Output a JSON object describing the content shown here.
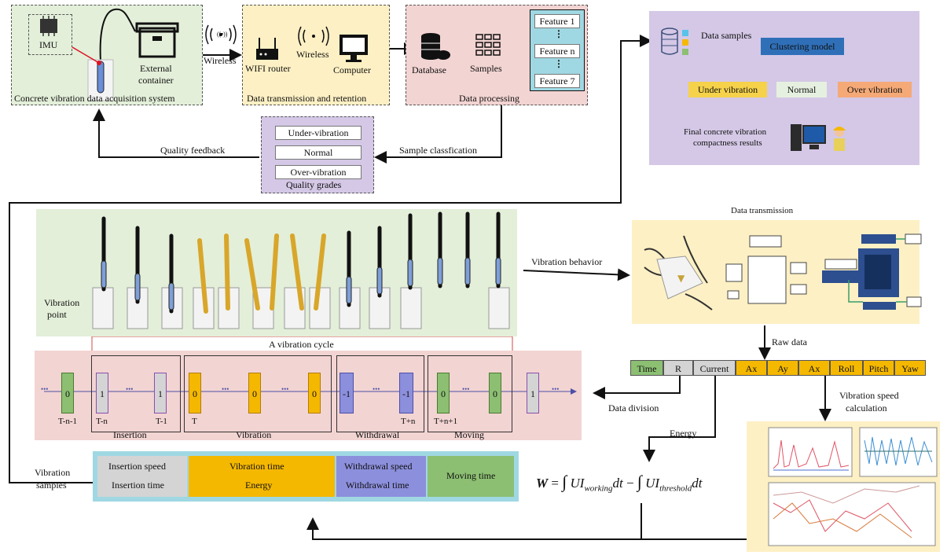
{
  "acquisition": {
    "imu": "IMU",
    "external_container": [
      "External",
      "container"
    ],
    "wireless": "Wireless",
    "caption": "Concrete vibration data acquisition system"
  },
  "transmission": {
    "wifi_router": "WIFI router",
    "wireless": "Wireless",
    "computer": "Computer",
    "caption": "Data transmission and retention"
  },
  "processing": {
    "database": "Database",
    "samples": "Samples",
    "features": [
      "Feature 1",
      "⋮",
      "Feature n",
      "⋮",
      "Feature 7"
    ],
    "caption": "Data processing"
  },
  "quality": {
    "grades": [
      "Under-vibration",
      "Normal",
      "Over-vibration"
    ],
    "caption": "Quality grades",
    "feedback": "Quality feedback",
    "classification": "Sample classfication"
  },
  "clustering": {
    "data_samples": "Data samples",
    "model": "Clustering model",
    "under": "Under vibration",
    "normal": "Normal",
    "over": "Over vibration",
    "final": [
      "Final concrete vibration",
      "compactness results"
    ]
  },
  "behavior": {
    "vibration_point": [
      "Vibration",
      "point"
    ],
    "vibration_behavior": "Vibration behavior",
    "data_transmission": "Data transmission",
    "raw_data": "Raw data"
  },
  "cycle": {
    "title": "A vibration cycle",
    "values": [
      "0",
      "1",
      "1",
      "0",
      "0",
      "0",
      "-1",
      "-1",
      "0",
      "0",
      "1"
    ],
    "dots": "•••",
    "ticks": [
      "T-n-1",
      "T-n",
      "T-1",
      "T",
      "T+n",
      "T+n+1"
    ],
    "phases": [
      "Insertion",
      "Vibration",
      "Withdrawal",
      "Moving"
    ],
    "colors": {
      "green": "#8cbf72",
      "gray": "#d4d4d4",
      "orange": "#f5b800",
      "blue": "#8c8fdc"
    }
  },
  "raw_row": [
    "Time",
    "R",
    "Current",
    "Ax",
    "Ay",
    "Ax",
    "Roll",
    "Pitch",
    "Yaw"
  ],
  "labels": {
    "data_division": "Data division",
    "energy": "Energy",
    "speed_calc": [
      "Vibration speed",
      "calculation"
    ],
    "vibration_samples": [
      "Vibration",
      "samples"
    ]
  },
  "samples_table": [
    [
      "Insertion speed",
      "Insertion time"
    ],
    [
      "Vibration time",
      "Energy"
    ],
    [
      "Withdrawal speed",
      "Withdrawal time"
    ],
    [
      "Moving time"
    ]
  ],
  "formula": {
    "lhs": "W",
    "eq": "=",
    "int": "∫",
    "ui": "UI",
    "sub1": "working",
    "sub2": "threshold",
    "dt": "dt",
    "minus": "−"
  }
}
